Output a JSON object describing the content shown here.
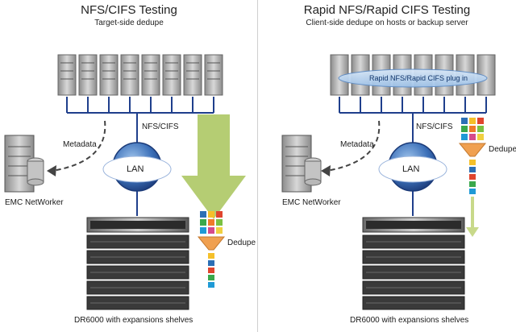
{
  "left": {
    "title": "NFS/CIFS Testing",
    "subtitle": "Target-side dedupe",
    "protocol_label": "NFS/CIFS",
    "metadata_label": "Metadata",
    "lan_label": "LAN",
    "networker_label": "EMC NetWorker",
    "dedupe_label": "Dedupe",
    "storage_label": "DR6000 with expansions shelves"
  },
  "right": {
    "title": "Rapid NFS/Rapid CIFS Testing",
    "subtitle": "Client-side dedupe on hosts or backup server",
    "plugin_label": "Rapid NFS/Rapid CIFS plug in",
    "protocol_label": "NFS/CIFS",
    "metadata_label": "Metadata",
    "lan_label": "LAN",
    "networker_label": "EMC NetWorker",
    "dedupe_label": "Dedupe",
    "storage_label": "DR6000 with expansions shelves"
  },
  "colors": {
    "network_line": "#1f3f8c",
    "lan_globe": "#2d5fa8",
    "big_arrow": "#a8c45a",
    "thin_arrow": "#c8d98a",
    "funnel": "#f0a050",
    "block_colors": [
      "#2c6fb5",
      "#f5c02a",
      "#e0452e",
      "#3aa84b",
      "#f07a2a",
      "#7ac142",
      "#1f9ad6",
      "#d64a8c",
      "#f0d040"
    ]
  }
}
